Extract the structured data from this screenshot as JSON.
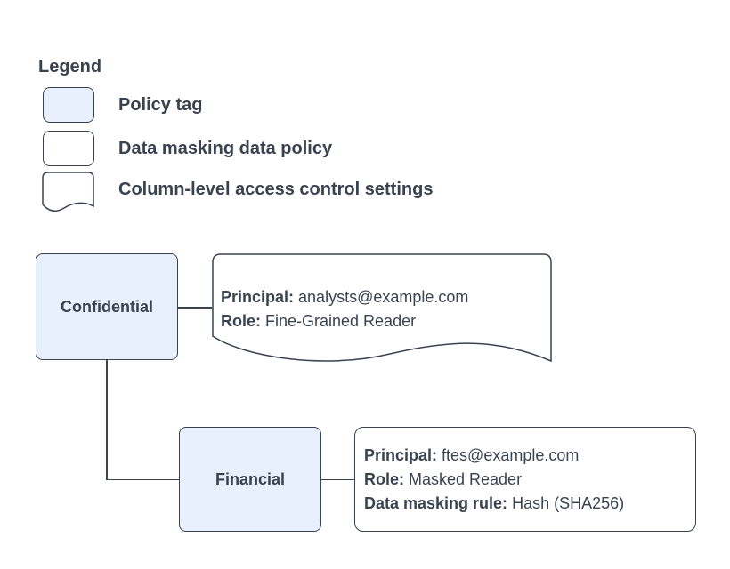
{
  "palette": {
    "policy_tag_fill": "#e8f0fe",
    "shape_fill": "#ffffff",
    "stroke": "#39434f",
    "text": "#39434f",
    "background": "#ffffff"
  },
  "legend": {
    "title": "Legend",
    "items": [
      {
        "name": "policy-tag",
        "label": "Policy tag"
      },
      {
        "name": "data-masking-data-policy",
        "label": "Data masking data policy"
      },
      {
        "name": "column-level-access-control-settings",
        "label": "Column-level access control settings"
      }
    ]
  },
  "diagram": {
    "confidential": {
      "label": "Confidential"
    },
    "financial": {
      "label": "Financial"
    },
    "confidential_settings": {
      "shape": "column-level-access-control-settings",
      "lines": [
        {
          "label": "Principal:",
          "value": " analysts@example.com"
        },
        {
          "label": "Role:",
          "value": " Fine-Grained Reader"
        }
      ]
    },
    "financial_policy": {
      "shape": "data-masking-data-policy",
      "lines": [
        {
          "label": "Principal:",
          "value": " ftes@example.com"
        },
        {
          "label": "Role:",
          "value": " Masked Reader"
        },
        {
          "label": "Data masking rule:",
          "value": " Hash (SHA256)"
        }
      ]
    }
  }
}
